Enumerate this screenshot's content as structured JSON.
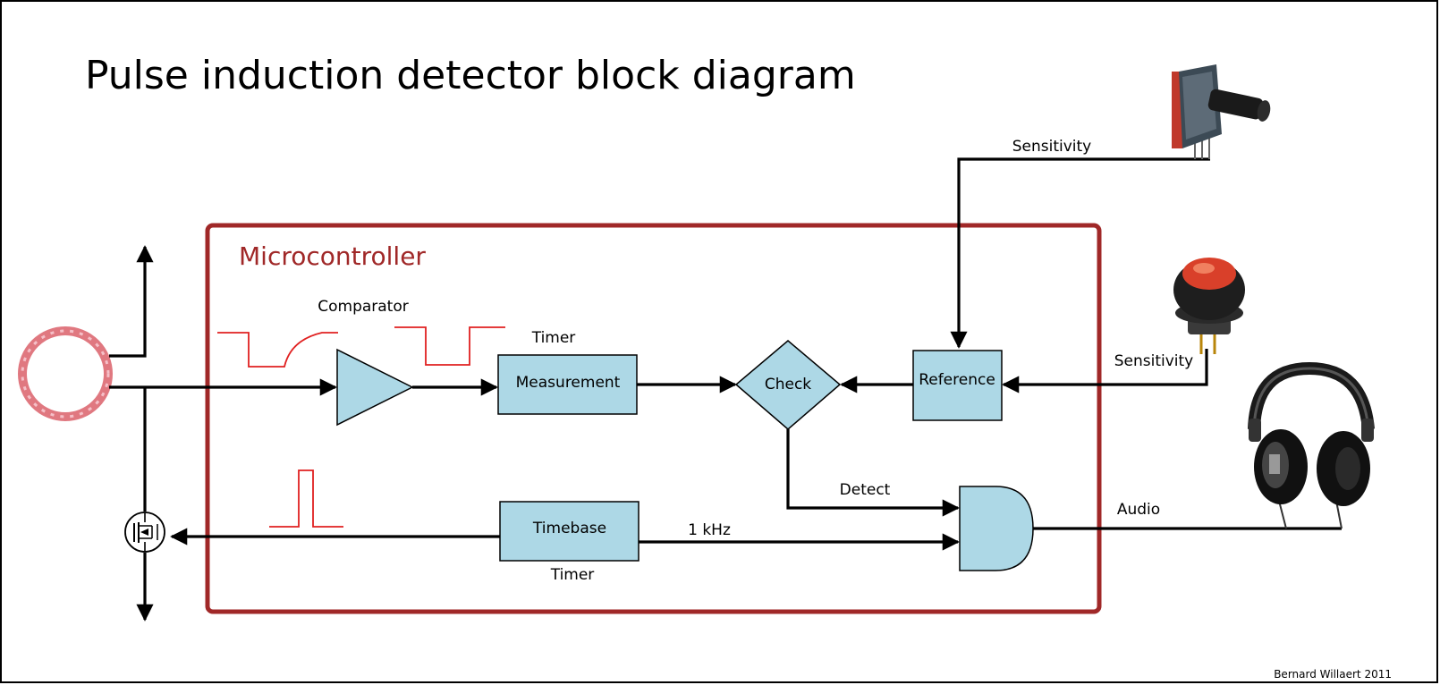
{
  "title": "Pulse induction detector block diagram",
  "microcontroller_label": "Microcontroller",
  "credit": "Bernard Willaert 2011",
  "blocks": {
    "comparator_label": "Comparator",
    "measurement": "Measurement",
    "measurement_caption": "Timer",
    "check": "Check",
    "reference": "Reference",
    "timebase": "Timebase",
    "timebase_caption": "Timer"
  },
  "signals": {
    "sensitivity_pot": "Sensitivity",
    "sensitivity_button": "Sensitivity",
    "detect": "Detect",
    "frequency": "1 kHz",
    "audio": "Audio"
  },
  "colors": {
    "block_fill": "#add8e6",
    "microcontroller_border": "#a02828",
    "signal_waveform": "#e02020",
    "coil": "#e07880"
  },
  "icons": {
    "coil": "search-coil-icon",
    "mosfet": "mosfet-icon",
    "potentiometer": "potentiometer-icon",
    "pushbutton": "push-button-icon",
    "headphones": "headphones-icon"
  }
}
